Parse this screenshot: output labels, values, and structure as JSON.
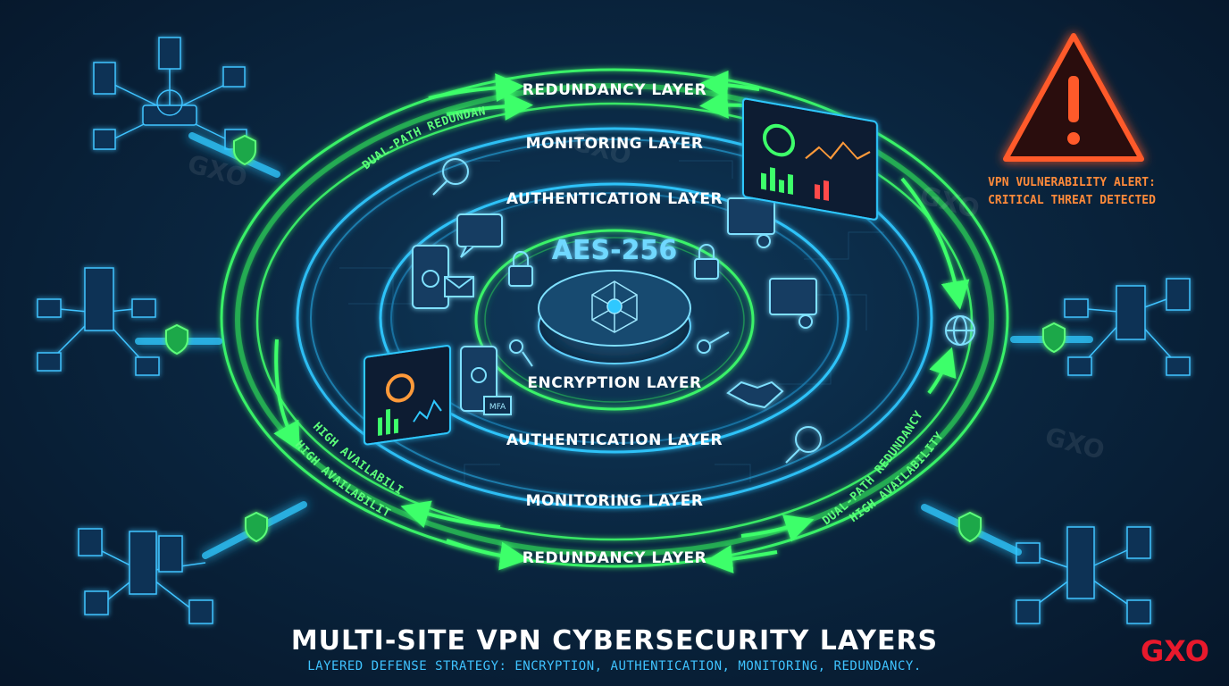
{
  "title": "MULTI-SITE VPN CYBERSECURITY LAYERS",
  "subtitle": "LAYERED DEFENSE STRATEGY: ENCRYPTION, AUTHENTICATION, MONITORING, REDUNDANCY.",
  "center_label": "AES-256",
  "layers": {
    "redundancy_top": "REDUNDANCY LAYER",
    "monitoring_top": "MONITORING LAYER",
    "authentication_top": "AUTHENTICATION LAYER",
    "encryption": "ENCRYPTION LAYER",
    "authentication_bottom": "AUTHENTICATION LAYER",
    "monitoring_bottom": "MONITORING LAYER",
    "redundancy_bottom": "REDUNDANCY LAYER"
  },
  "ring_annotations": {
    "top_left": "DUAL-PATH REDUNDANCY",
    "left_1": "HIGH AVAILABILITY",
    "left_2": "HIGH AVAILABILITY",
    "right_1": "DUAL-PATH REDUNDANCY",
    "right_2": "HIGH AVAILABILITY"
  },
  "mfa_label": "MFA",
  "alert": {
    "line1": "VPN VULNERABILITY ALERT:",
    "line2": "CRITICAL THREAT DETECTED"
  },
  "watermark": "GXO",
  "brand": "GXO",
  "colors": {
    "background": "#0a2640",
    "green_ring": "#3dff6a",
    "cyan_ring": "#2fc8ff",
    "alert": "#ff5a2a",
    "brand": "#e8192c"
  }
}
